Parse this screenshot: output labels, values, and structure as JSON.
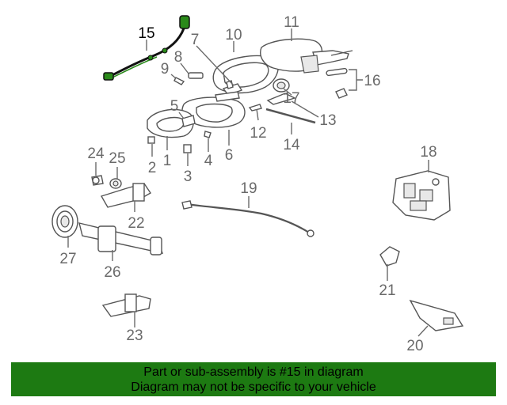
{
  "callouts": [
    {
      "id": "15",
      "label": "15",
      "highlighted": true
    },
    {
      "id": "7",
      "label": "7"
    },
    {
      "id": "10",
      "label": "10"
    },
    {
      "id": "11",
      "label": "11"
    },
    {
      "id": "8",
      "label": "8"
    },
    {
      "id": "9",
      "label": "9"
    },
    {
      "id": "16",
      "label": "16"
    },
    {
      "id": "5",
      "label": "5"
    },
    {
      "id": "17",
      "label": "17"
    },
    {
      "id": "13",
      "label": "13"
    },
    {
      "id": "12",
      "label": "12"
    },
    {
      "id": "14",
      "label": "14"
    },
    {
      "id": "2",
      "label": "2"
    },
    {
      "id": "1",
      "label": "1"
    },
    {
      "id": "3",
      "label": "3"
    },
    {
      "id": "4",
      "label": "4"
    },
    {
      "id": "6",
      "label": "6"
    },
    {
      "id": "24",
      "label": "24"
    },
    {
      "id": "25",
      "label": "25"
    },
    {
      "id": "18",
      "label": "18"
    },
    {
      "id": "19",
      "label": "19"
    },
    {
      "id": "22",
      "label": "22"
    },
    {
      "id": "27",
      "label": "27"
    },
    {
      "id": "26",
      "label": "26"
    },
    {
      "id": "21",
      "label": "21"
    },
    {
      "id": "20",
      "label": "20"
    },
    {
      "id": "23",
      "label": "23"
    }
  ],
  "colors": {
    "highlight_wire": "#2a8a1a",
    "banner_bg": "#1d7a12",
    "callout_text": "#6a6a6a"
  },
  "banner": {
    "line1": "Part or sub-assembly is #15 in diagram",
    "line2": "Diagram may not be specific to your vehicle"
  }
}
